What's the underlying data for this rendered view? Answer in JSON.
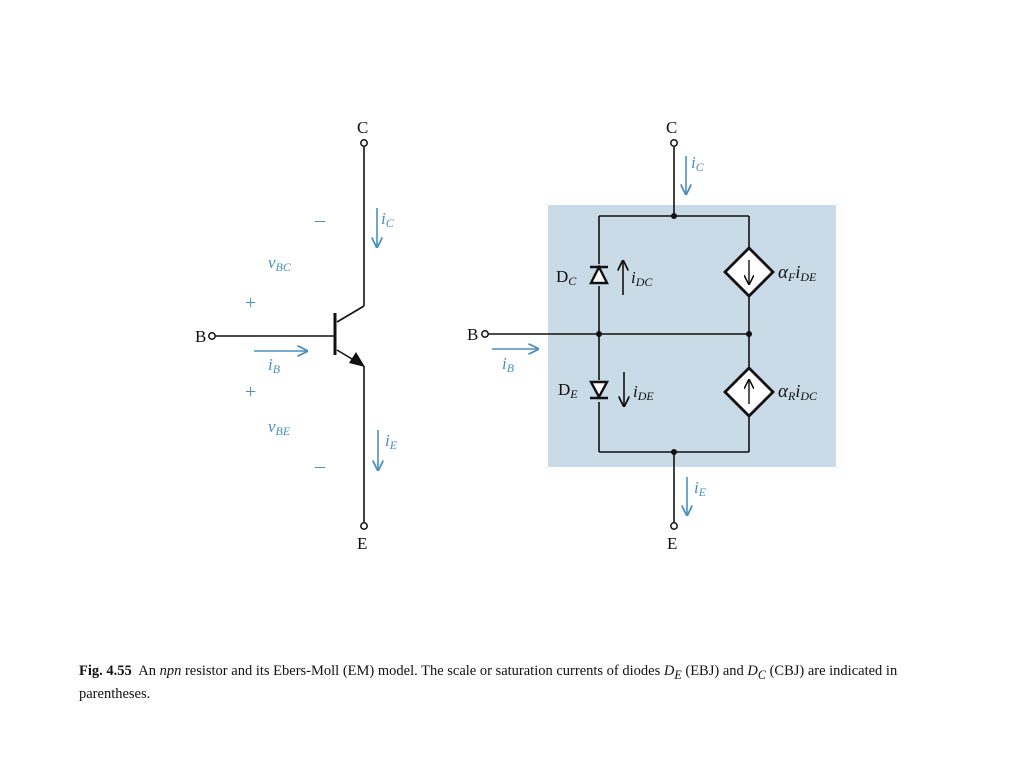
{
  "terminals": {
    "collector": "C",
    "base": "B",
    "emitter": "E"
  },
  "transistor": {
    "i_c": "i",
    "i_c_sub": "C",
    "i_b": "i",
    "i_b_sub": "B",
    "i_e": "i",
    "i_e_sub": "E",
    "v_bc": "v",
    "v_bc_sub": "BC",
    "v_be": "v",
    "v_be_sub": "BE",
    "plus": "+",
    "minus": "–"
  },
  "model": {
    "diode_c": "D",
    "diode_c_sub": "C",
    "diode_e": "D",
    "diode_e_sub": "E",
    "i_dc": "i",
    "i_dc_sub": "DC",
    "i_de": "i",
    "i_de_sub": "DE",
    "src_top": "α",
    "src_top_sub": "F",
    "src_top_i": "i",
    "src_top_i_sub": "DE",
    "src_bot": "α",
    "src_bot_sub": "R",
    "src_bot_i": "i",
    "src_bot_i_sub": "DC",
    "shade_color": "#c9dbe6"
  },
  "colors": {
    "current_arrows": "#4a8fc0",
    "wires": "#111111"
  },
  "caption": {
    "fig": "Fig. 4.55",
    "t1": "An",
    "npn": "npn",
    "t2": "resistor and its Ebers-Moll (EM) model.  The scale or saturation currents of diodes",
    "de": "D",
    "de_sub": "E",
    "t3": "(EBJ) and",
    "dc": "D",
    "dc_sub": "C",
    "t4": "(CBJ) are indicated in parentheses."
  }
}
